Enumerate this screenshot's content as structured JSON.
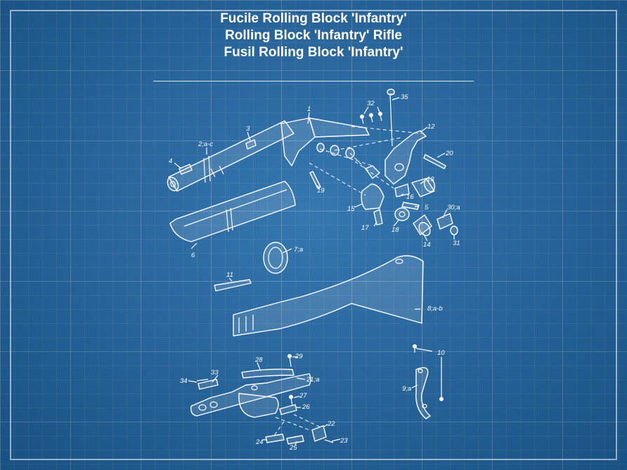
{
  "title": {
    "line1": "Fucile Rolling Block 'Infantry'",
    "line2": "Rolling Block 'Infantry' Rifle",
    "line3": "Fusil Rolling Block 'Infantry'"
  },
  "part_labels": {
    "p1": "1",
    "p2": "2;a-c",
    "p3": "3",
    "p4": "4",
    "p5": "5",
    "p6": "6",
    "p7": "7;a",
    "p8": "8;a-b",
    "p9": "9;a",
    "p10": "10",
    "p11": "11",
    "p12": "12",
    "p13": "13",
    "p14": "14",
    "p15": "15",
    "p16": "16",
    "p17": "17",
    "p18": "18",
    "p19": "19",
    "p20": "20",
    "p21": "21;a",
    "p22": "22",
    "p23": "23",
    "p24": "24",
    "p25": "25",
    "p26": "26",
    "p27": "27",
    "p28": "28",
    "p29": "29",
    "p30": "30;a",
    "p31": "31",
    "p32": "32",
    "p33": "33",
    "p34": "34",
    "p35": "35"
  },
  "colors": {
    "background": "#1f68a8",
    "lines": "#ffffff"
  }
}
